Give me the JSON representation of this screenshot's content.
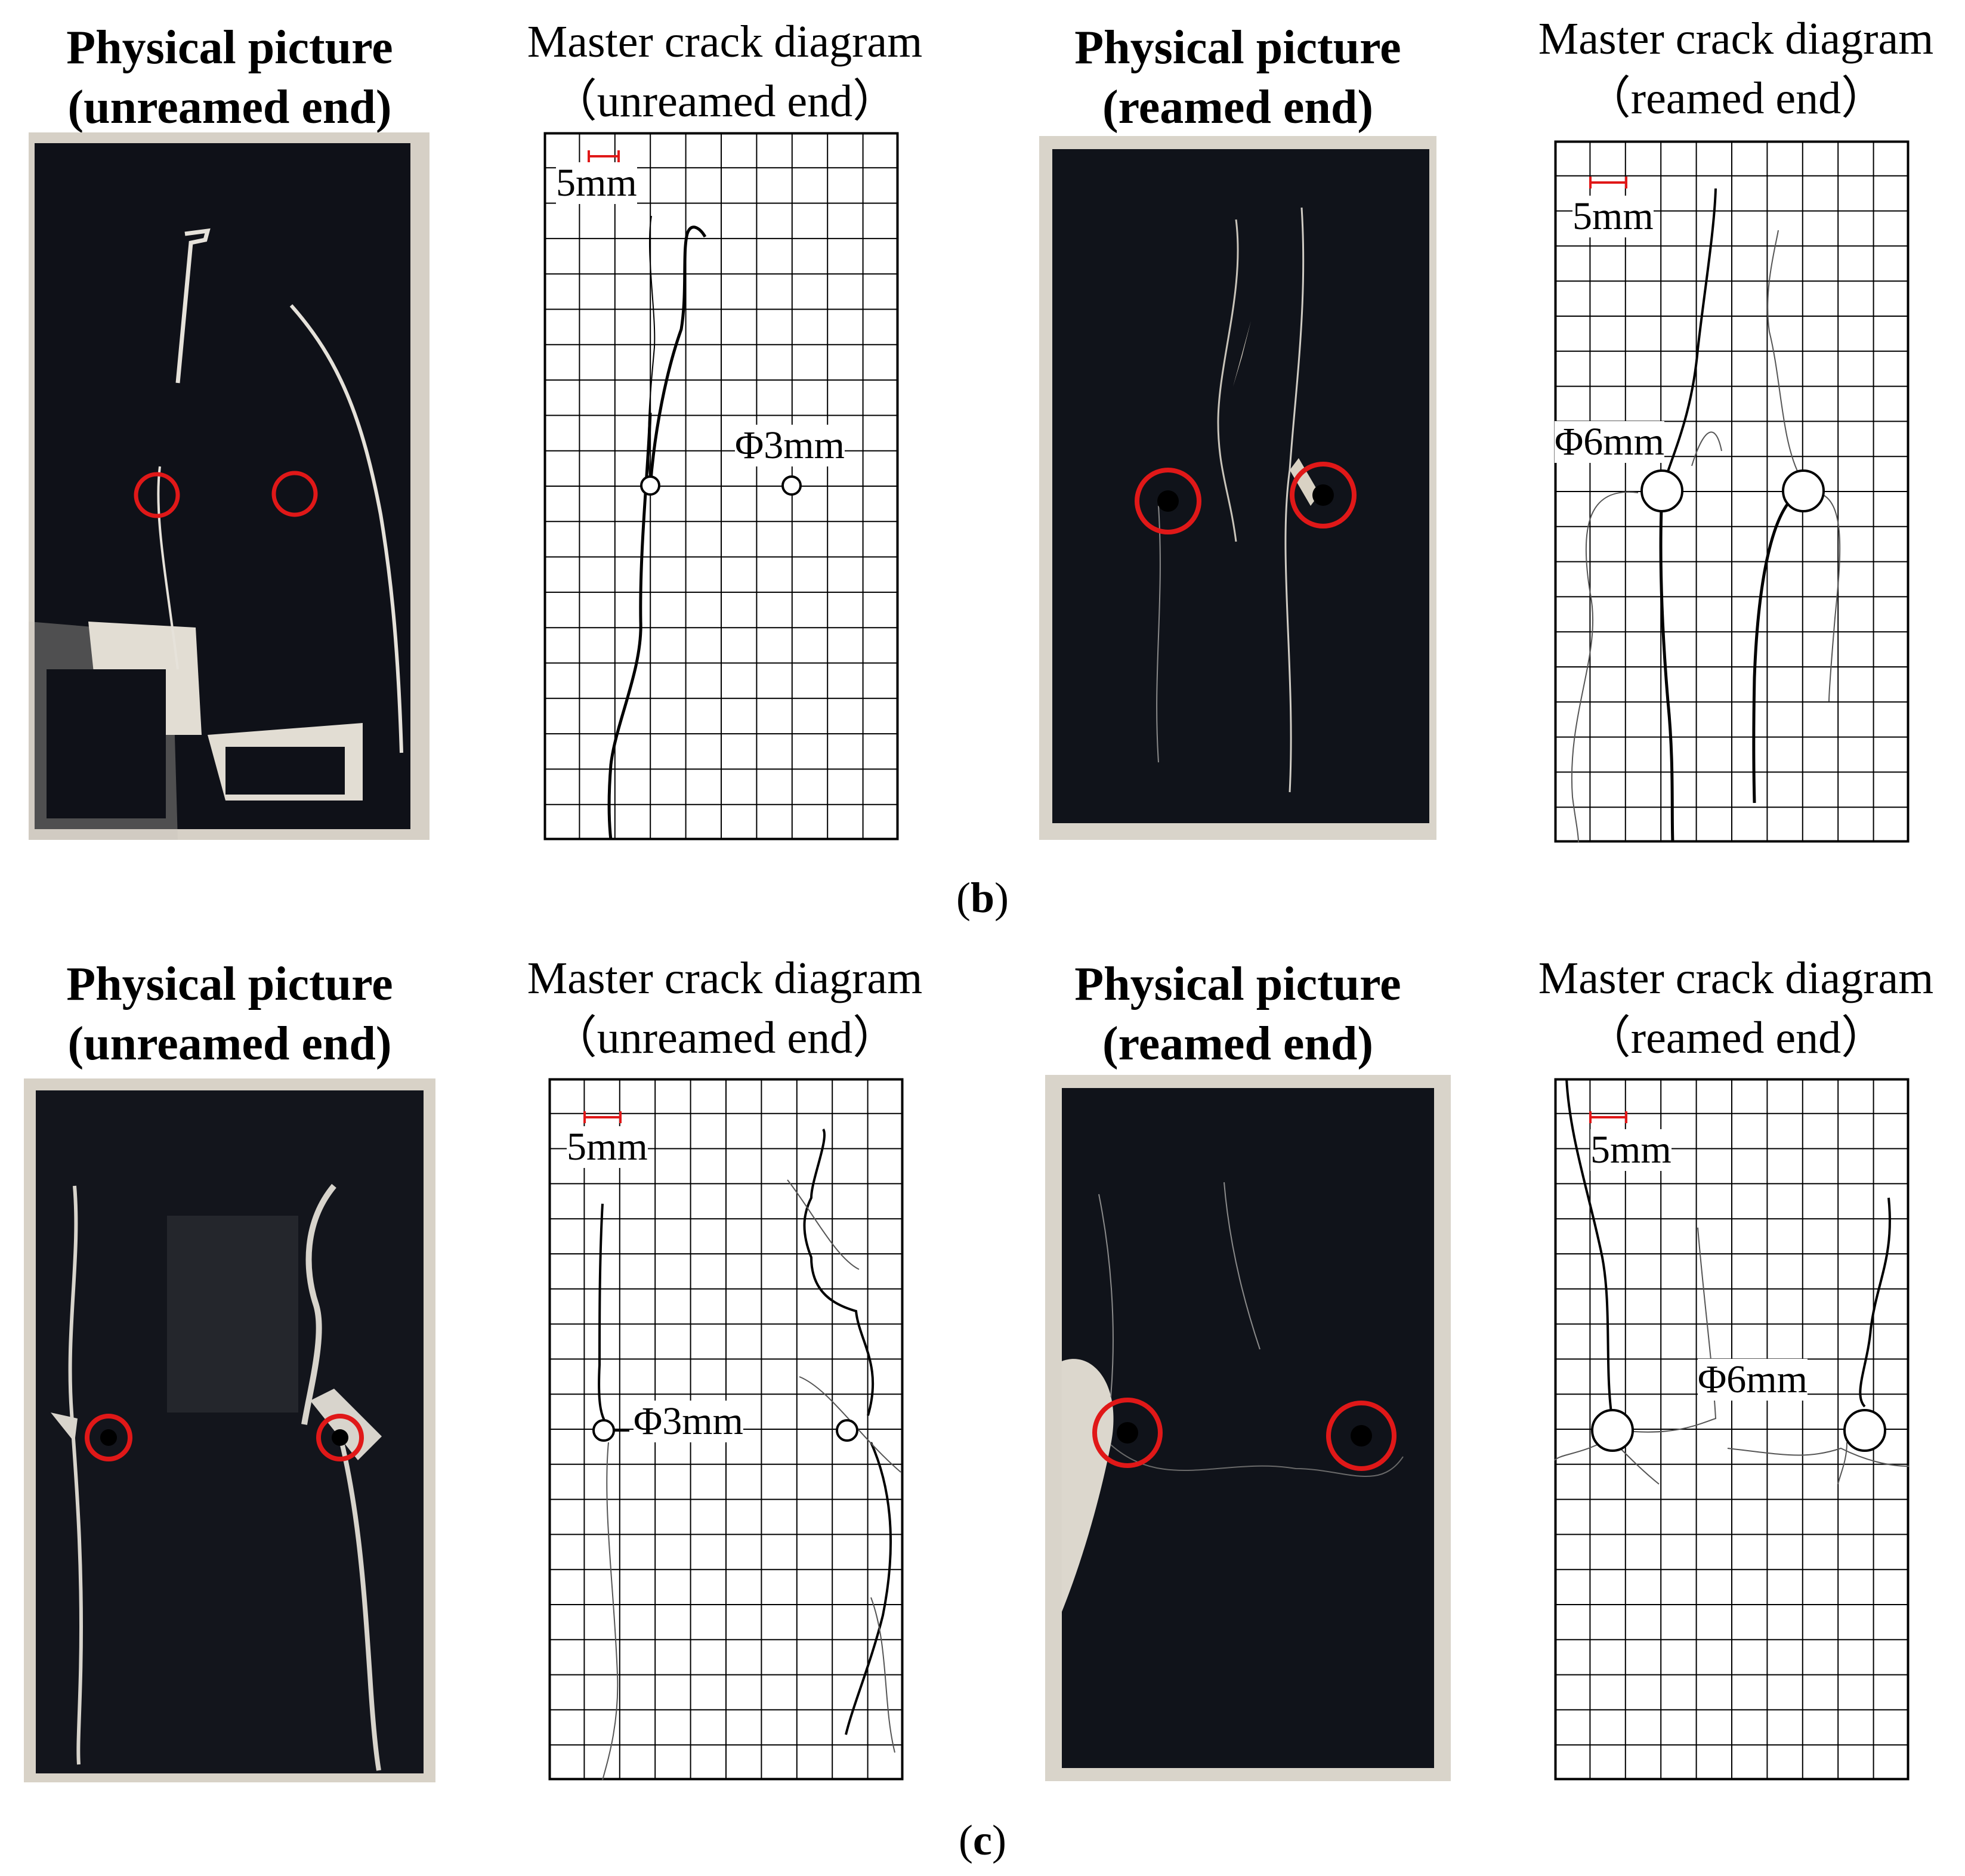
{
  "panels": [
    {
      "label": "b",
      "photo_unreamed_title_line1": "Physical picture",
      "photo_unreamed_title_line2": "(unreamed end)",
      "diagram_unreamed_title_line1": "Master crack diagram",
      "diagram_unreamed_title_line2": "（unreamed end）",
      "photo_reamed_title_line1": "Physical picture",
      "photo_reamed_title_line2": "(reamed end)",
      "diagram_reamed_title_line1": "Master crack diagram",
      "diagram_reamed_title_line2": "（reamed end）",
      "scale_label": "5mm",
      "hole_unreamed": "Φ3mm",
      "hole_reamed": "Φ6mm"
    },
    {
      "label": "c",
      "photo_unreamed_title_line1": "Physical picture",
      "photo_unreamed_title_line2": "(unreamed end)",
      "diagram_unreamed_title_line1": "Master crack diagram",
      "diagram_unreamed_title_line2": "（unreamed end）",
      "photo_reamed_title_line1": "Physical picture",
      "photo_reamed_title_line2": "(reamed end)",
      "diagram_reamed_title_line1": "Master crack diagram",
      "diagram_reamed_title_line2": "（reamed end）",
      "scale_label": "5mm",
      "hole_unreamed": "Φ3mm",
      "hole_reamed": "Φ6mm"
    }
  ],
  "colors": {
    "specimen": "#0f1118",
    "plaster": "#d7d2c8",
    "marker_circle": "#e01818",
    "scale_bar": "#e01818",
    "grid": "#000000"
  }
}
